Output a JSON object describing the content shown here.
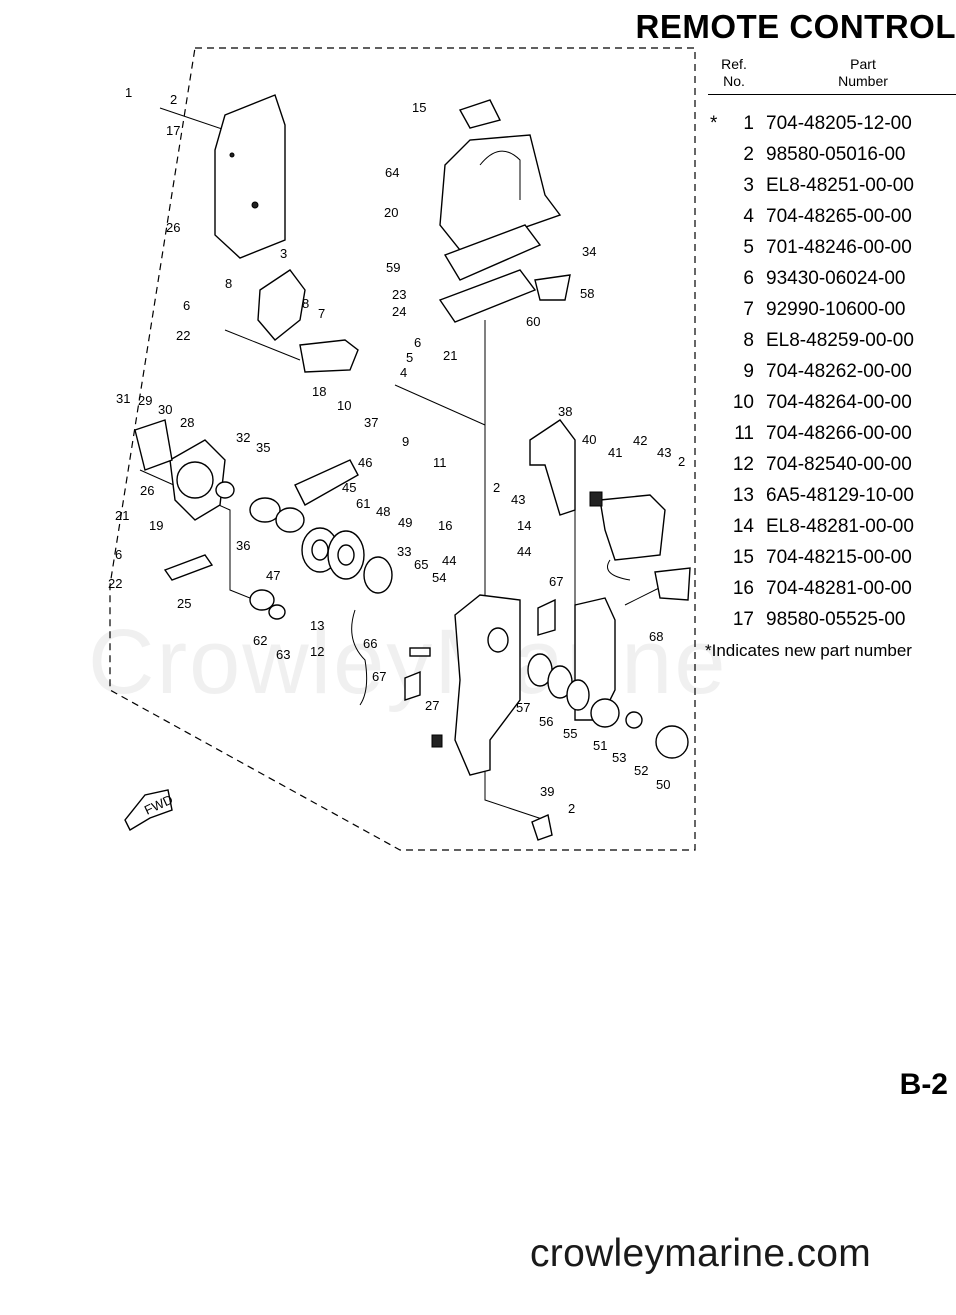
{
  "title": "REMOTE CONTROL",
  "parts_table": {
    "header_ref": [
      "Ref.",
      "No."
    ],
    "header_part": [
      "Part",
      "Number"
    ],
    "rows": [
      {
        "mark": "*",
        "ref": "1",
        "part": "704-48205-12-00"
      },
      {
        "mark": "",
        "ref": "2",
        "part": "98580-05016-00"
      },
      {
        "mark": "",
        "ref": "3",
        "part": "EL8-48251-00-00"
      },
      {
        "mark": "",
        "ref": "4",
        "part": "704-48265-00-00"
      },
      {
        "mark": "",
        "ref": "5",
        "part": "701-48246-00-00"
      },
      {
        "mark": "",
        "ref": "6",
        "part": "93430-06024-00"
      },
      {
        "mark": "",
        "ref": "7",
        "part": "92990-10600-00"
      },
      {
        "mark": "",
        "ref": "8",
        "part": "EL8-48259-00-00"
      },
      {
        "mark": "",
        "ref": "9",
        "part": "704-48262-00-00"
      },
      {
        "mark": "",
        "ref": "10",
        "part": "704-48264-00-00"
      },
      {
        "mark": "",
        "ref": "11",
        "part": "704-48266-00-00"
      },
      {
        "mark": "",
        "ref": "12",
        "part": "704-82540-00-00"
      },
      {
        "mark": "",
        "ref": "13",
        "part": "6A5-48129-10-00"
      },
      {
        "mark": "",
        "ref": "14",
        "part": "EL8-48281-00-00"
      },
      {
        "mark": "",
        "ref": "15",
        "part": "704-48215-00-00"
      },
      {
        "mark": "",
        "ref": "16",
        "part": "704-48281-00-00"
      },
      {
        "mark": "",
        "ref": "17",
        "part": "98580-05525-00"
      }
    ],
    "footnote": "*Indicates new part number"
  },
  "page_code": "B-2",
  "watermark_text": "CrowleyMarine",
  "watermark_url": "crowleymarine.com",
  "fwd_label": "FWD",
  "callouts": [
    "1",
    "2",
    "17",
    "26",
    "3",
    "8",
    "6",
    "8",
    "7",
    "22",
    "18",
    "10",
    "15",
    "64",
    "20",
    "59",
    "34",
    "58",
    "23",
    "24",
    "60",
    "6",
    "5",
    "4",
    "21",
    "37",
    "9",
    "11",
    "31",
    "29",
    "30",
    "28",
    "32",
    "35",
    "46",
    "45",
    "26",
    "21",
    "19",
    "6",
    "22",
    "25",
    "36",
    "47",
    "61",
    "48",
    "49",
    "33",
    "65",
    "54",
    "62",
    "63",
    "13",
    "12",
    "66",
    "67",
    "27",
    "16",
    "14",
    "44",
    "44",
    "38",
    "40",
    "41",
    "42",
    "43",
    "2",
    "2",
    "43",
    "67",
    "68",
    "57",
    "56",
    "55",
    "51",
    "53",
    "52",
    "50",
    "39",
    "2"
  ]
}
